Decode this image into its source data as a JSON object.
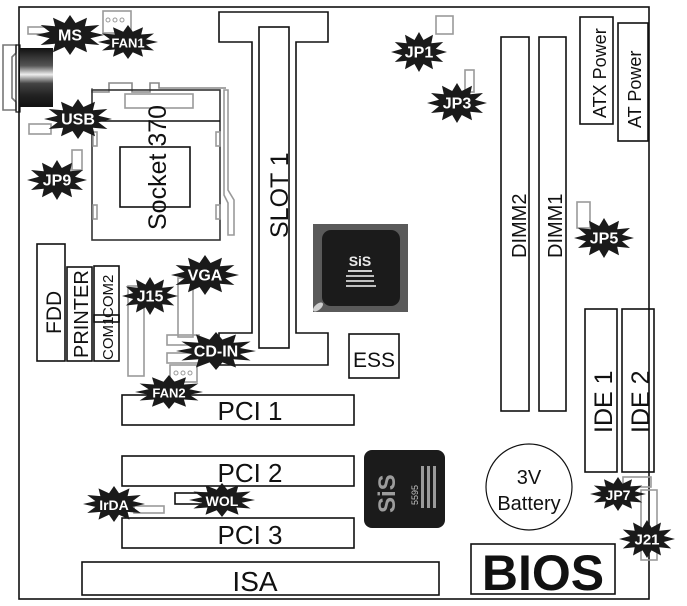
{
  "diagram": {
    "title": "Motherboard layout",
    "components": {
      "socket": "Socket 370",
      "slot": "SLOT 1",
      "dimm2": "DIMM2",
      "dimm1": "DIMM1",
      "atx_power": "ATX Power",
      "at_power": "AT Power",
      "fdd": "FDD",
      "printer": "PRINTER",
      "com2": "COM2",
      "com1": "COM1",
      "ess": "ESS",
      "pci1": "PCI 1",
      "pci2": "PCI 2",
      "pci3": "PCI 3",
      "isa": "ISA",
      "ide1": "IDE 1",
      "ide2": "IDE 2",
      "battery_line1": "3V",
      "battery_line2": "Battery",
      "bios": "BIOS"
    },
    "callouts": {
      "ms": "MS",
      "fan1": "FAN1",
      "usb": "USB",
      "jp9": "JP9",
      "jp1": "JP1",
      "jp3": "JP3",
      "jp5": "JP5",
      "vga": "VGA",
      "j15": "J15",
      "cdin": "CD-IN",
      "fan2": "FAN2",
      "irda": "IrDA",
      "wol": "WOL",
      "jp7": "JP7",
      "j21": "J21"
    },
    "chips": {
      "north_chip_brand": "SiS",
      "south_chip_brand": "SiS",
      "south_chip_marking": "5595"
    }
  }
}
